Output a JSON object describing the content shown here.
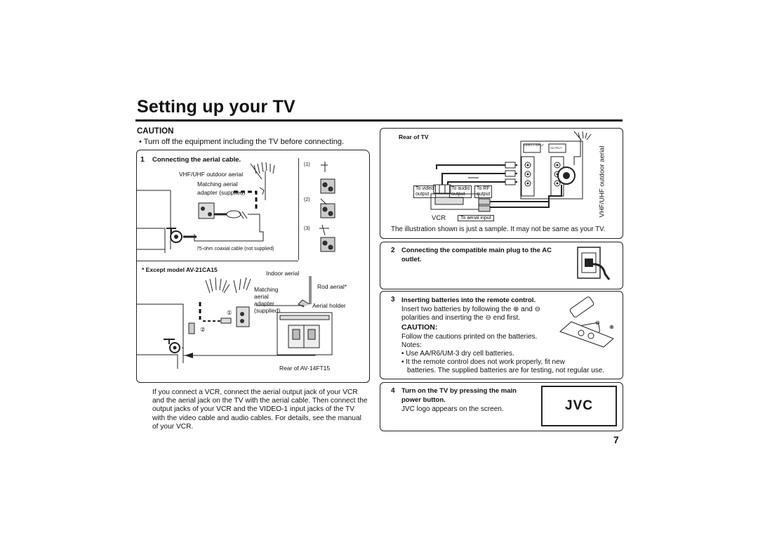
{
  "page": {
    "title": "Setting up your TV",
    "page_number": "7"
  },
  "left": {
    "caution_heading": "CAUTION",
    "caution_text": "• Turn off the equipment including the TV before connecting.",
    "step1_num": "1",
    "step1_title": "Connecting the aerial cable.",
    "labels": {
      "vhf_uhf_outdoor": "VHF/UHF outdoor aerial",
      "matching_aerial": "Matching aerial",
      "adapter_supplied": "adapter (supplied)",
      "coax_cable": "75-ohm coaxial cable (not supplied)",
      "step_1": "(1)",
      "step_2": "(2)",
      "step_3": "(3)",
      "except_model": "* Except model AV-21CA15",
      "indoor_aerial": "Indoor aerial",
      "rod_aerial": "Rod aerial*",
      "matching": "Matching",
      "aerial": "aerial",
      "adapter": "adapter",
      "supplied": "(supplied)",
      "aerial_holder": "Aerial holder",
      "circle_1": "①",
      "circle_2": "②",
      "rear_model": "Rear of AV-14FT15"
    },
    "vcr_paragraph": [
      "If you connect a VCR, connect the aerial output jack of your VCR",
      "and the aerial jack on the TV with the aerial cable. Then connect the",
      "output jacks of your VCR and the VIDEO-1 input jacks of the TV",
      "with the video cable and audio cables. For details, see the manual",
      "of your VCR."
    ]
  },
  "right": {
    "rear_of_tv": "Rear of TV",
    "to_video_output_1": "To video",
    "to_video_output_2": "output",
    "to_audio_output_1": "To audio",
    "to_audio_output_2": "output",
    "to_rf_output_1": "To RF",
    "to_rf_output_2": "output",
    "vcr": "VCR",
    "to_aerial_input": "To aerial input",
    "vhf_uhf_vertical": "VHF/UHF outdoor aerial",
    "video_input": "VIDEO-1 INPUT",
    "output": "OUTPUT",
    "illustration_note": "The illustration shown is just a sample. It may not be same as your TV.",
    "step2_num": "2",
    "step2_title_1": "Connecting the compatible main plug to the AC",
    "step2_title_2": "outlet.",
    "step3_num": "3",
    "step3_title": "Inserting batteries into the remote control.",
    "step3_lines": [
      "Insert two batteries by following the ⊕ and ⊖",
      "polarities and inserting the ⊖ end first."
    ],
    "step3_caution": "CAUTION:",
    "step3_caution_text": "Follow the cautions printed on the batteries.",
    "notes": "Notes:",
    "note1": "• Use AA/R6/UM-3 dry cell batteries.",
    "note2_1": "• It the remote control does not work properly, fit new",
    "note2_2": "batteries. The supplied batteries are for testing, not regular use.",
    "step4_num": "4",
    "step4_title_1": "Turn on the TV by pressing the main",
    "step4_title_2": "power button.",
    "step4_text": "JVC logo appears on the screen.",
    "jvc_logo": "JVC"
  }
}
